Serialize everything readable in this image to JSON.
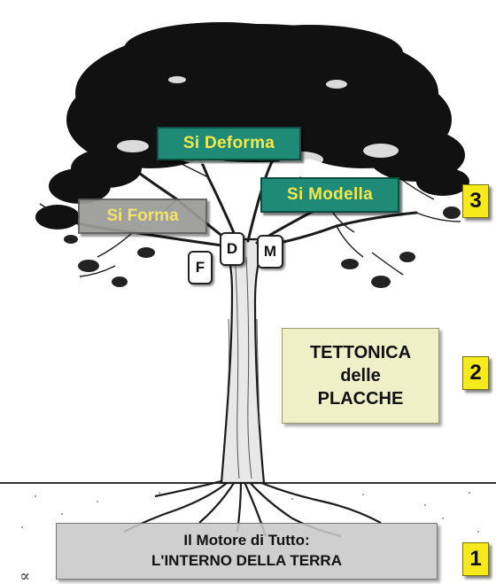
{
  "labels": {
    "si_deforma": "Si Deforma",
    "si_modella": "Si Modella",
    "si_forma": "Si Forma",
    "tag_f": "F",
    "tag_d": "D",
    "tag_m": "M"
  },
  "tettonica": {
    "line1": "TETTONICA",
    "line2": "delle",
    "line3": "PLACCHE"
  },
  "motore": {
    "line1": "Il Motore di Tutto:",
    "line2": "L'INTERNO DELLA TERRA"
  },
  "levels": {
    "level3": "3",
    "level2": "2",
    "level1": "1"
  },
  "corner_mark": "∝",
  "colors": {
    "green_box": "#1f8a76",
    "yellow_text": "#f5e84a",
    "number_tag": "#f7ea1c",
    "tettonica_bg": "#eff0c8",
    "motore_bg": "#c8c8c8"
  }
}
